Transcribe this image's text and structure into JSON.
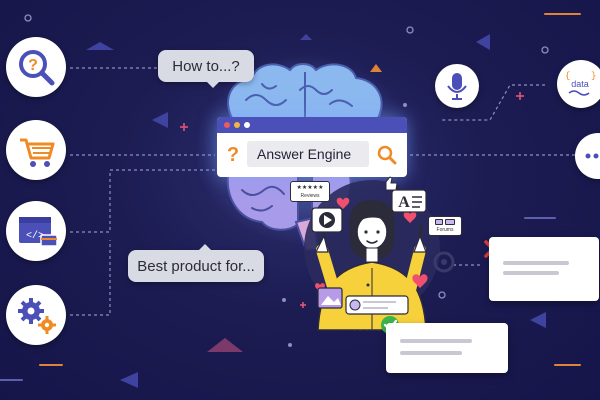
{
  "bubbles": {
    "how_to": "How to...?",
    "best_product": "Best product for..."
  },
  "search": {
    "label": "Answer Engine"
  },
  "left_icons": [
    "search-question-icon",
    "shopping-cart-icon",
    "code-window-icon",
    "gears-icon"
  ],
  "right_icons": [
    "microphone-icon",
    "data-icon",
    "chat-dots-icon"
  ],
  "right_icon_labels": {
    "data": "data"
  },
  "tags": {
    "reviews": "Reviews",
    "forums": "Forums",
    "stars": "★★★★★"
  },
  "colors": {
    "background": "#1a1a4e",
    "accent_orange": "#f08a24",
    "brand_purple": "#4b4fb8",
    "brain_blue": "#8cb8f0",
    "person_yellow": "#f7d13b",
    "heart_pink": "#f0506e",
    "check_green": "#3cb54a",
    "cross_red": "#e23b3b"
  }
}
